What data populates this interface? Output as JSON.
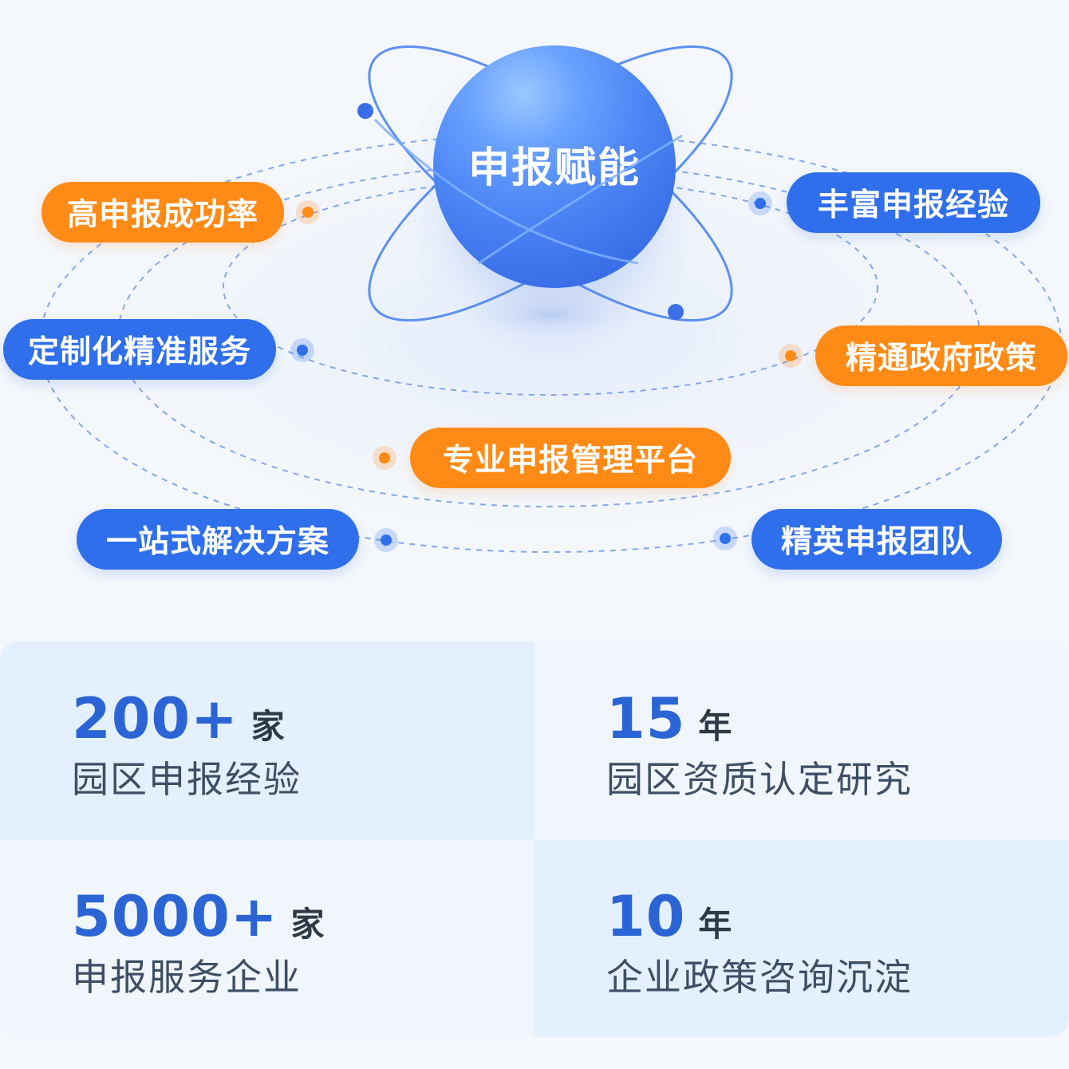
{
  "hub": {
    "title": "申报赋能",
    "color": "#3a6fe8"
  },
  "features": [
    {
      "label": "高申报成功率",
      "color": "orange"
    },
    {
      "label": "丰富申报经验",
      "color": "blue"
    },
    {
      "label": "定制化精准服务",
      "color": "blue"
    },
    {
      "label": "精通政府政策",
      "color": "orange"
    },
    {
      "label": "专业申报管理平台",
      "color": "orange"
    },
    {
      "label": "一站式解决方案",
      "color": "blue"
    },
    {
      "label": "精英申报团队",
      "color": "blue"
    }
  ],
  "stats": [
    {
      "number": "200+",
      "unit": "家",
      "label": "园区申报经验"
    },
    {
      "number": "15",
      "unit": "年",
      "label": "园区资质认定研究"
    },
    {
      "number": "5000+",
      "unit": "家",
      "label": "申报服务企业"
    },
    {
      "number": "10",
      "unit": "年",
      "label": "企业政策咨询沉淀"
    }
  ],
  "colors": {
    "orange": "#ff8a15",
    "blue": "#2f6fec",
    "stat_number": "#2b64d4",
    "background": "#f4f7fb"
  }
}
